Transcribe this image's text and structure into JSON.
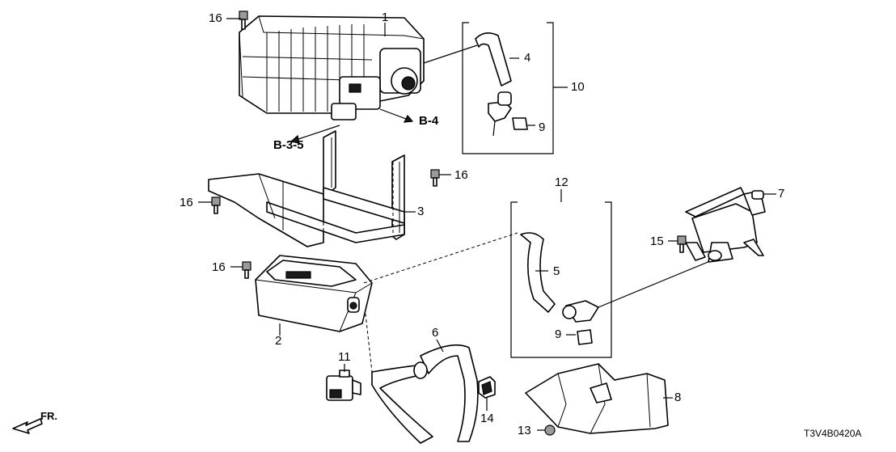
{
  "callouts": {
    "c1": "1",
    "c2": "2",
    "c3": "3",
    "c4": "4",
    "c5": "5",
    "c6": "6",
    "c7": "7",
    "c8": "8",
    "c9a": "9",
    "c9b": "9",
    "c10": "10",
    "c11": "11",
    "c12": "12",
    "c13": "13",
    "c14": "14",
    "c15": "15",
    "c16a": "16",
    "c16b": "16",
    "c16c": "16",
    "c16d": "16"
  },
  "references": {
    "b4": "B-4",
    "b35": "B-3-5"
  },
  "front_marker": "FR.",
  "diagram_code": "T3V4B0420A"
}
